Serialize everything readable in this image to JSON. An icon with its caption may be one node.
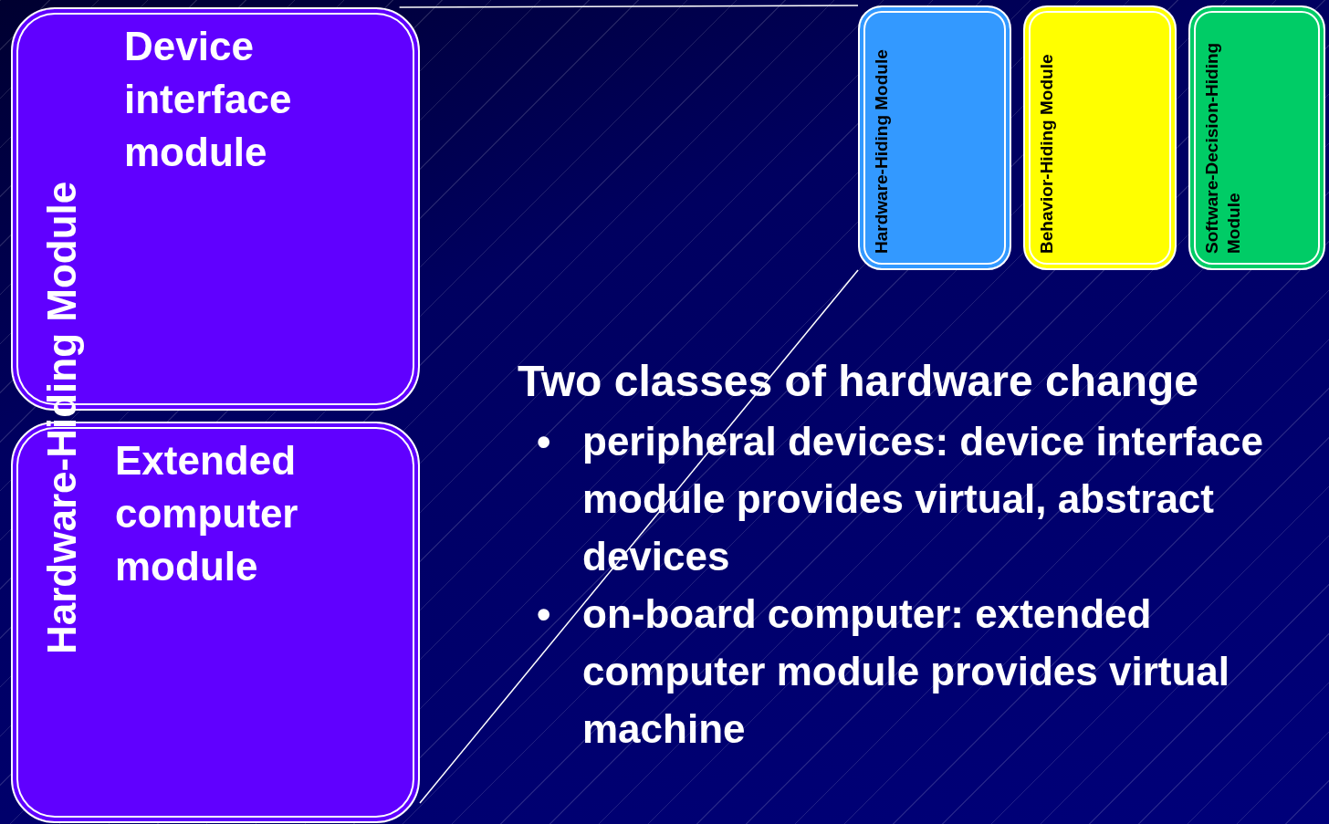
{
  "diagram": {
    "nodes": [
      {
        "text": [
          "Device interface module"
        ]
      },
      {
        "text": [
          "Extended computer module"
        ]
      },
      {
        "text": [
          "Hardware-Hiding Module"
        ]
      },
      {
        "text": [
          "Behavior-Hiding Module"
        ]
      },
      {
        "text": [
          "Software-Decision-Hiding Module"
        ]
      }
    ],
    "edges": [
      {
        "from": 2,
        "to": 0,
        "arrow": "none"
      },
      {
        "from": 2,
        "to": 1,
        "arrow": "none"
      }
    ],
    "labels": [
      "Hardware-Hiding Module",
      "Two classes of hardware change",
      "•",
      "peripheral devices: device interface module provides virtual, abstract devices",
      "•",
      "on-board computer: extended computer module provides virtual machine"
    ]
  }
}
